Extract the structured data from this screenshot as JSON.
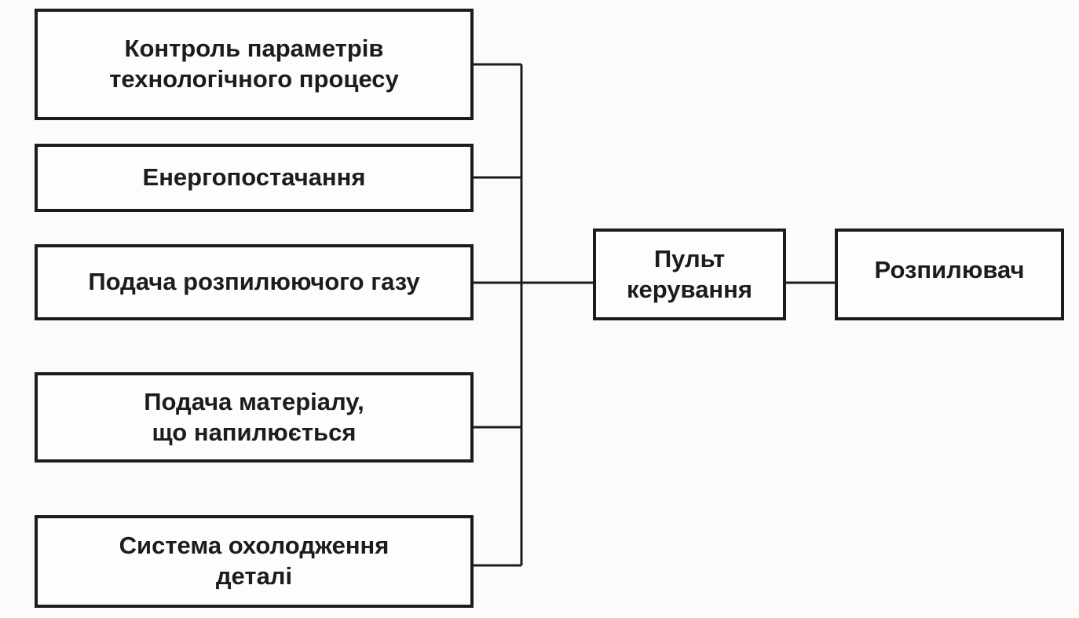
{
  "diagram": {
    "inputs": [
      {
        "line1": "Контроль параметрів",
        "line2": "технологічного процесу"
      },
      {
        "line1": "Енергопостачання",
        "line2": ""
      },
      {
        "line1": "Подача розпилюючого газу",
        "line2": ""
      },
      {
        "line1": "Подача матеріалу,",
        "line2": "що напилюється"
      },
      {
        "line1": "Система охолодження",
        "line2": "деталі"
      }
    ],
    "control": {
      "line1": "Пульт",
      "line2": "керування"
    },
    "output": {
      "line1": "Розпилювач",
      "line2": ""
    }
  }
}
